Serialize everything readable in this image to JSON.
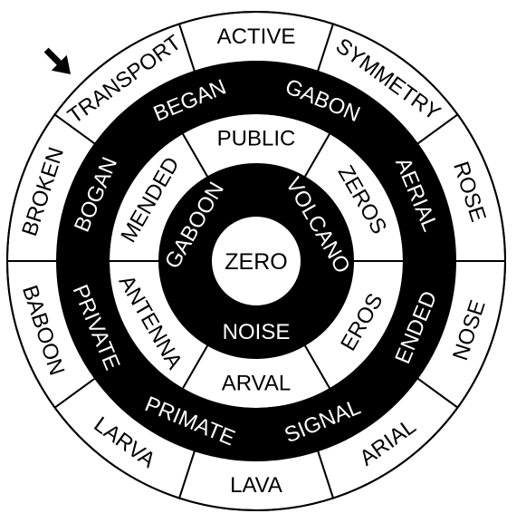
{
  "puzzle": {
    "center": "ZERO",
    "rings": [
      {
        "name": "ring-1",
        "fill": "#000000",
        "text_color": "#ffffff",
        "words": [
          "VOLCANO",
          "NOISE",
          "GABOON"
        ]
      },
      {
        "name": "ring-2",
        "fill": "#ffffff",
        "text_color": "#000000",
        "words": [
          "ZEROS",
          "EROS",
          "ARVAL",
          "ANTENNA",
          "MENDED",
          "PUBLIC"
        ]
      },
      {
        "name": "ring-3",
        "fill": "#000000",
        "text_color": "#ffffff",
        "words": [
          "AERIAL",
          "ENDED",
          "SIGNAL",
          "PRIMATE",
          "PRIVATE",
          "BOGAN",
          "BEGAN",
          "GABON"
        ]
      },
      {
        "name": "ring-4",
        "fill": "#ffffff",
        "text_color": "#000000",
        "words": [
          "ROSE",
          "NOSE",
          "ARIAL",
          "LAVA",
          "LARVA",
          "BABOON",
          "BROKEN",
          "TRANSPORT",
          "ACTIVE",
          "SYMMETRY"
        ]
      }
    ],
    "start_marker": "arrow-icon"
  }
}
